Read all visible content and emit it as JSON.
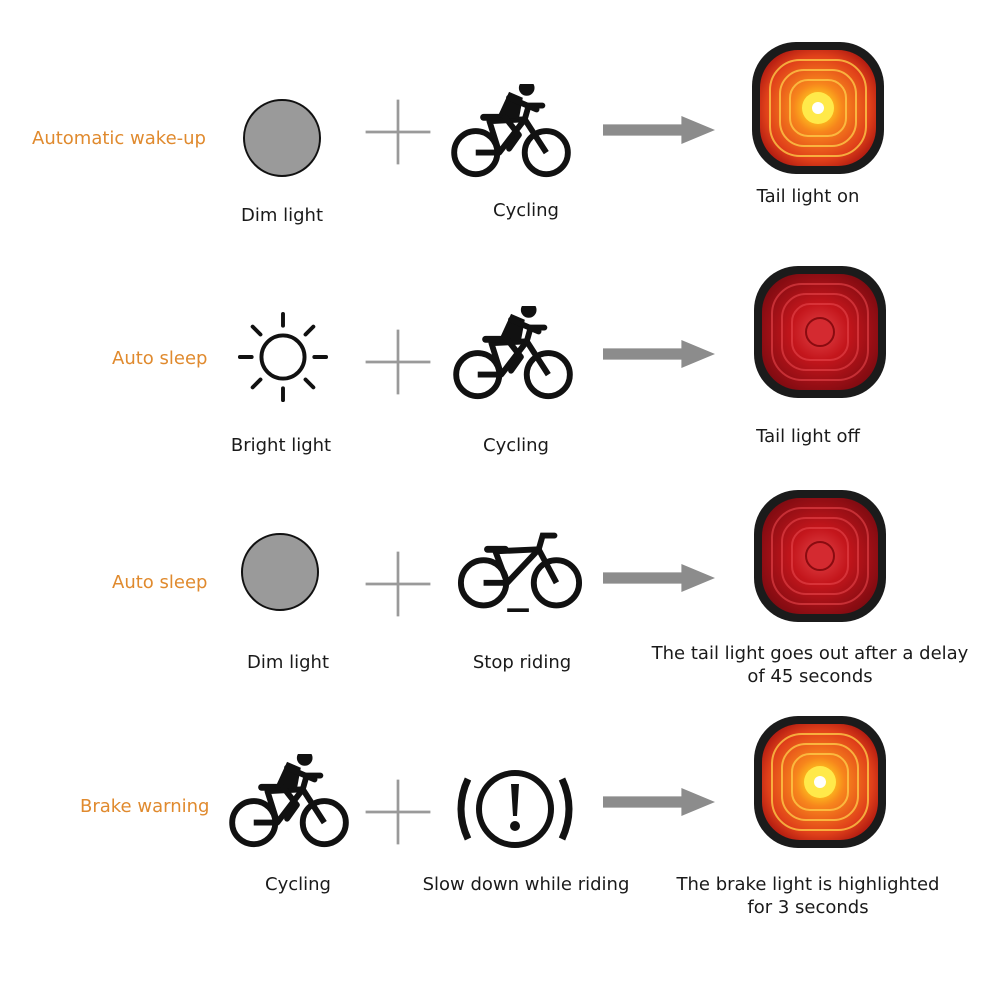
{
  "rows": [
    {
      "mode": "Automatic wake-up",
      "input1": "Dim light",
      "input2": "Cycling",
      "result": "Tail light on"
    },
    {
      "mode": "Auto sleep",
      "input1": "Bright light",
      "input2": "Cycling",
      "result": "Tail light off"
    },
    {
      "mode": "Auto sleep",
      "input1": "Dim light",
      "input2": "Stop riding",
      "result_line1": "The tail light goes out after a delay",
      "result_line2": "of 45 seconds"
    },
    {
      "mode": "Brake warning",
      "input1": "Cycling",
      "input2": "Slow down while riding",
      "result_line1": "The brake light is highlighted",
      "result_line2": "for 3 seconds"
    }
  ],
  "colors": {
    "mode_label": "#e08a2e",
    "dim_circle": "#9a9a9a",
    "plus": "#9a9a9a",
    "arrow": "#8c8c8c",
    "light_on": "#f08a1e",
    "light_off": "#b5161c"
  },
  "icons": [
    "gray-circle-icon",
    "sun-icon",
    "cyclist-icon",
    "bicycle-icon",
    "brake-warning-icon",
    "plus-icon",
    "arrow-icon",
    "tail-light-icon"
  ]
}
